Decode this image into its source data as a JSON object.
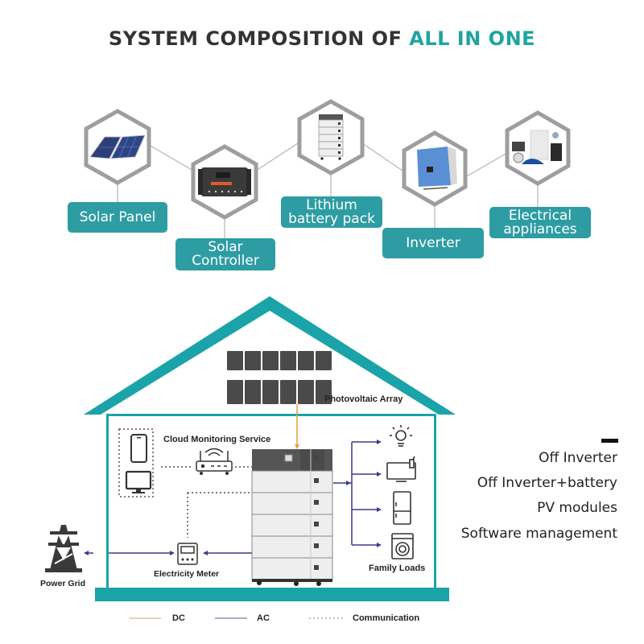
{
  "header": {
    "title_main": "SYSTEM COMPOSITION OF ",
    "title_accent": "ALL IN ONE"
  },
  "colors": {
    "teal": "#2e9da3",
    "title_accent": "#1fa4a1",
    "house": "#1aa3a8",
    "dc_line": "#e0a040",
    "ac_line": "#3b3b8f"
  },
  "components": [
    {
      "id": "solar-panel",
      "label_line1": "Solar Panel",
      "label_line2": "",
      "icon": "solar-panel-icon"
    },
    {
      "id": "solar-controller",
      "label_line1": "Solar",
      "label_line2": "Controller",
      "icon": "charge-controller-icon"
    },
    {
      "id": "lithium-battery",
      "label_line1": "Lithium",
      "label_line2": "battery pack",
      "icon": "battery-stack-icon"
    },
    {
      "id": "inverter",
      "label_line1": "Inverter",
      "label_line2": "",
      "icon": "inverter-icon"
    },
    {
      "id": "electrical-appliances",
      "label_line1": "Electrical",
      "label_line2": "appliances",
      "icon": "appliances-icon"
    }
  ],
  "diagram": {
    "pv_array_label": "Photovoltaic Array",
    "cloud_label": "Cloud Monitoring Service",
    "meter_label": "Electricity Meter",
    "grid_label": "Power Grid",
    "loads_label": "Family Loads"
  },
  "legend": {
    "dc": "DC",
    "ac": "AC",
    "communication": "Communication"
  },
  "side_list": [
    "Off Inverter",
    "Off Inverter+battery",
    "PV modules",
    "Software management"
  ]
}
